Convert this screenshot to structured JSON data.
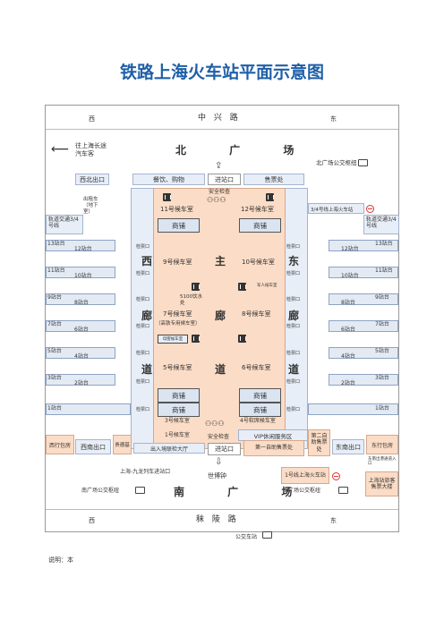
{
  "title": "铁路上海火车站平面示意图",
  "roads": {
    "top_west": "西",
    "top_name": "中 兴 路",
    "top_east": "东",
    "bottom_west": "西",
    "bottom_name": "秣 陵 路",
    "bottom_east": "东"
  },
  "north": {
    "long_distance": "往上海长途汽车客",
    "square": "北 广 场",
    "bus_station": "北广场公交枢纽",
    "northwest_exit": "西北出口",
    "taxi": "出租车（地下室）",
    "dining": "餐饮、购物",
    "entrance": "进站口",
    "ticket_office": "售票处",
    "security": "安全检查"
  },
  "metro_labels": {
    "left": "轨道交通3/4号线",
    "right": "轨道交通3/4号线",
    "line34": "3/4号线上海火车站"
  },
  "halls": {
    "h11": "11号候车室",
    "h12": "12号候车室",
    "h9": "9号候车室",
    "h10": "10号候车室",
    "h7": "7号候车室",
    "h7_sub": "（高铁专用候车室）",
    "h8": "8号候车室",
    "h5": "5号候车室",
    "h6": "6号候车室",
    "h3": "3号候车室",
    "h4": "4号软席候车室",
    "h1": "1号候车室",
    "vip": "VIP休闲服务区",
    "mom": "军人候车室",
    "mom2": "母婴候车室",
    "shop": "商铺",
    "water": "5100饮水处"
  },
  "corridor": {
    "west": [
      "西",
      "廊",
      "道"
    ],
    "main": [
      "主",
      "廊",
      "道"
    ],
    "east": [
      "东",
      "廊",
      "道"
    ],
    "gate": "检票口"
  },
  "platforms": {
    "left": [
      "13站台",
      "11站台",
      "9站台",
      "7站台",
      "5站台",
      "3站台",
      "1站台"
    ],
    "left_inner": [
      "12站台",
      "10站台",
      "8站台",
      "6站台",
      "4站台",
      "2站台"
    ],
    "right": [
      "13站台",
      "11站台",
      "9站台",
      "7站台",
      "5站台",
      "3站台",
      "1站台"
    ],
    "right_inner": [
      "12站台",
      "10站台",
      "8站台",
      "6站台",
      "4站台",
      "2站台"
    ]
  },
  "south": {
    "west_baggage": "西行包房",
    "southwest_exit": "西南出口",
    "gift": "贵德基",
    "transfer_hall": "出入境联检大厅",
    "entrance": "进站口",
    "security": "安全检查",
    "first_ticket": "第一自助售票处",
    "second_ticket": "第二自助售票处",
    "southeast_exit": "东南出口",
    "east_baggage": "东行包房",
    "east_note": "东南出港通道入口",
    "kowloon": "上海-九龙列车进站口",
    "clock": "世博钟",
    "line1": "1号线上海火车站",
    "tower": "上海站旅客售票大楼",
    "bus_left": "南广场公交枢纽",
    "bus_right": "南广场公交枢纽",
    "square": "南 广 场"
  },
  "bottom_bus": "公交车站",
  "note": "说明：本"
}
